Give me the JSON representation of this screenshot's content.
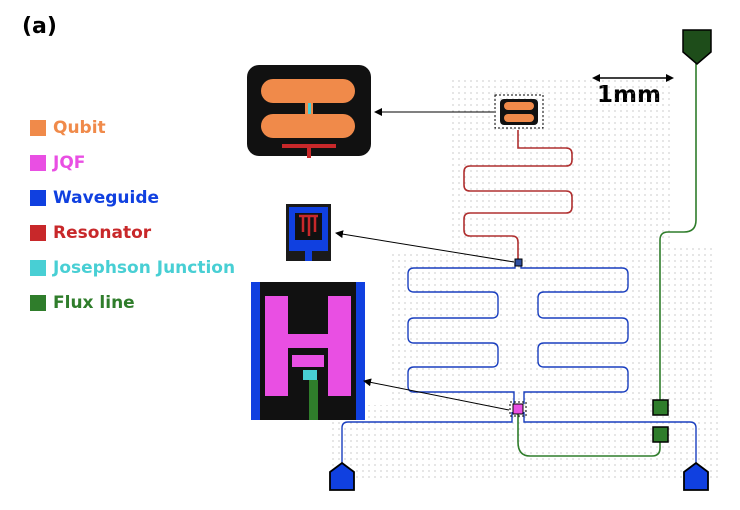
{
  "panel_label": "(a)",
  "scale_bar": {
    "label": "1mm"
  },
  "legend": [
    {
      "label": "Qubit",
      "color": "#f08a4a"
    },
    {
      "label": "JQF",
      "color": "#e94fe3"
    },
    {
      "label": "Waveguide",
      "color": "#1040e0"
    },
    {
      "label": "Resonator",
      "color": "#c8282a"
    },
    {
      "label": "Josephson Junction",
      "color": "#48cfd4"
    },
    {
      "label": "Flux line",
      "color": "#2f7d2b"
    }
  ]
}
